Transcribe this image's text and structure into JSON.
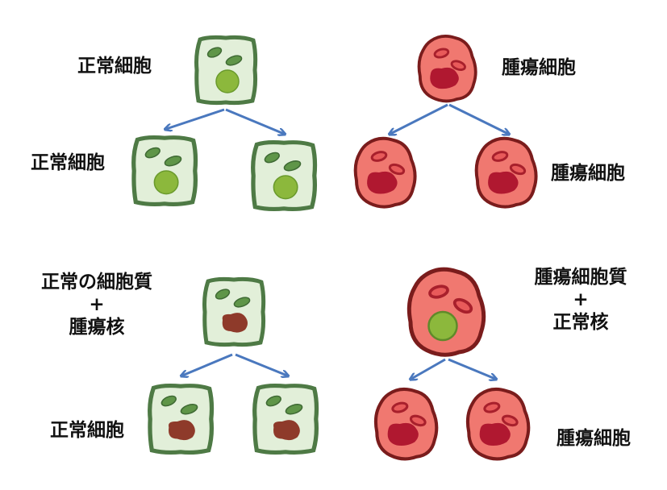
{
  "labels": {
    "tl_parent": "正常細胞",
    "tl_child": "正常細胞",
    "tr_parent": "腫瘍細胞",
    "tr_child": "腫瘍細胞",
    "bl_parent_line1": "正常の細胞質",
    "bl_parent_line2": "+",
    "bl_parent_line3": "腫瘍核",
    "bl_child": "正常細胞",
    "br_parent_line1": "腫瘍細胞質",
    "br_parent_line2": "+",
    "br_parent_line3": "正常核",
    "br_child": "腫瘍細胞"
  },
  "colors": {
    "normal_fill": "#e2efd9",
    "normal_border": "#4e7a45",
    "normal_organelle": "#5f9548",
    "normal_nucleus": "#8cb83c",
    "tumor_fill": "#f07870",
    "tumor_border": "#7a1c1c",
    "tumor_organelle": "#c2283a",
    "tumor_nucleus": "#b01830",
    "hybrid_nucleus": "#8e3a2a",
    "arrow": "#4a78be"
  }
}
